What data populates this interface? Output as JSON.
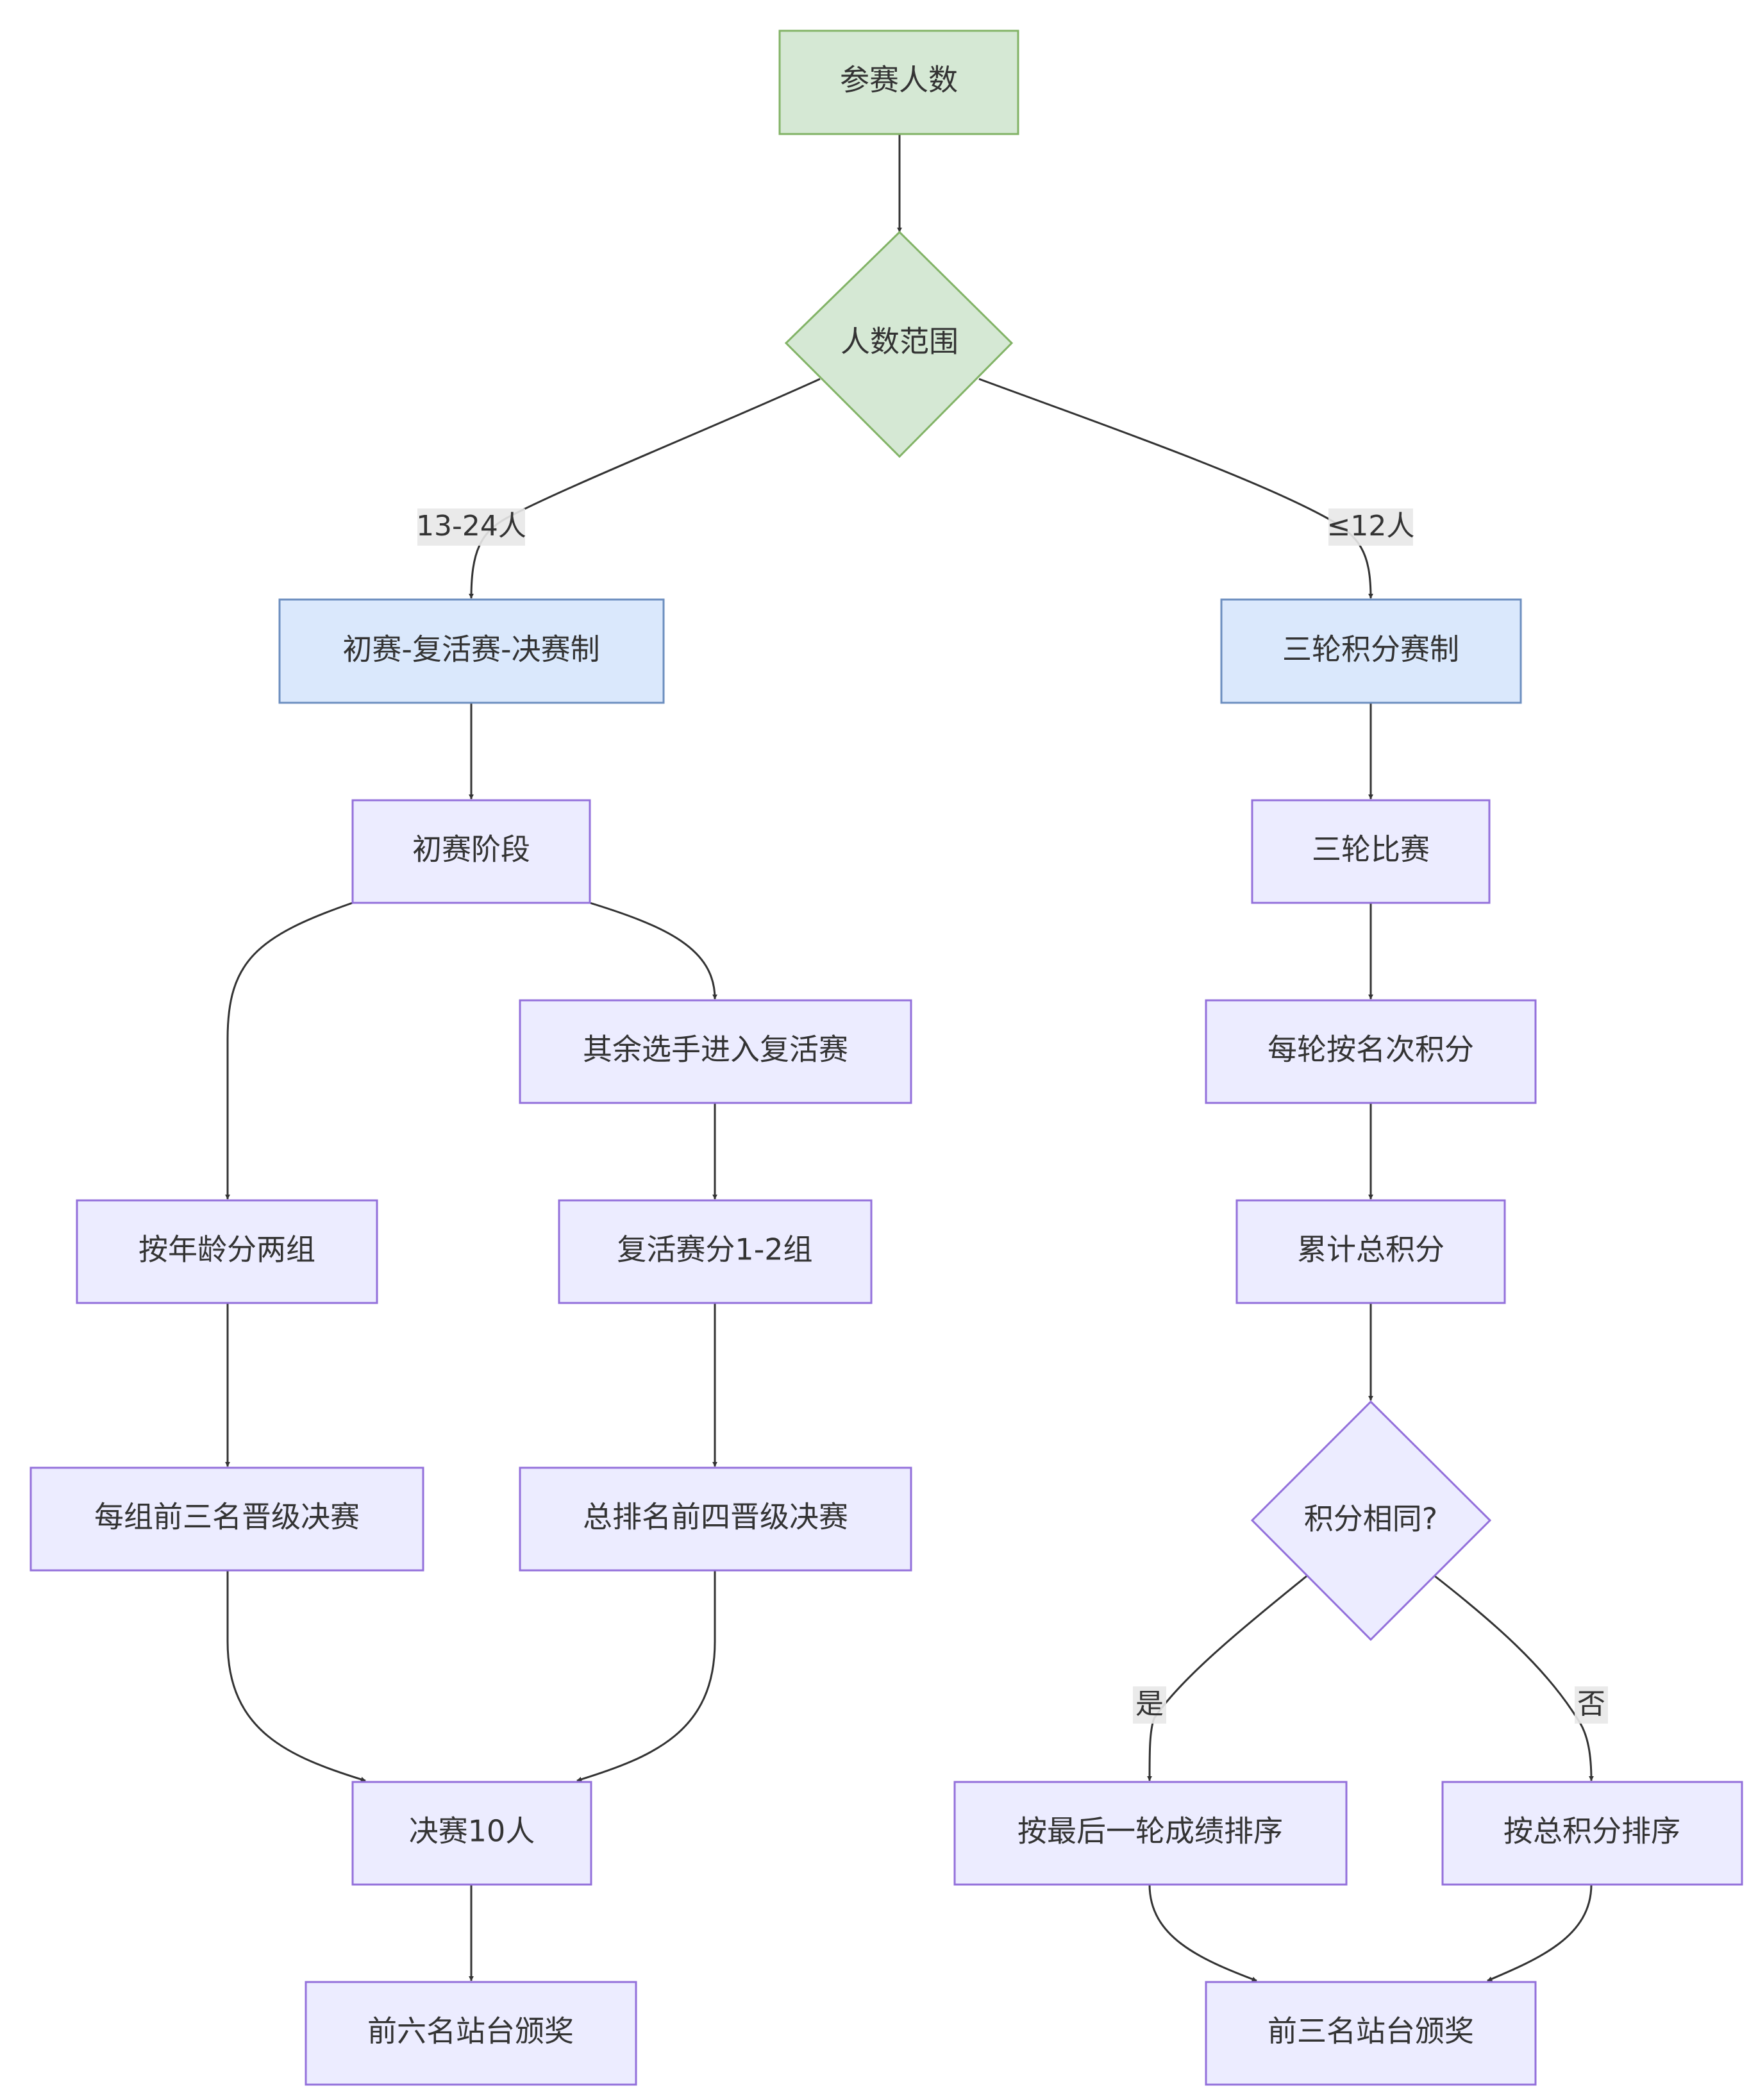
{
  "colors": {
    "default_fill": "#ececff",
    "default_stroke": "#9370db",
    "green_fill": "#d5e8d4",
    "green_stroke": "#82b366",
    "blue_fill": "#dae8fc",
    "blue_stroke": "#6c8ebf",
    "edge": "#333333",
    "label_bg": "#e8e8e8",
    "text": "#333333"
  },
  "nodes": {
    "start": "参赛人数",
    "range": "人数范围",
    "prelim_format": "初赛-复活赛-决赛制",
    "points_format": "三轮积分赛制",
    "prelim_stage": "初赛阶段",
    "three_rounds": "三轮比赛",
    "remaining_to_repechage": "其余选手进入复活赛",
    "points_per_round": "每轮按名次积分",
    "age_groups": "按年龄分两组",
    "repechage_groups": "复活赛分1-2组",
    "total_points": "累计总积分",
    "top3_per_group": "每组前三名晋级决赛",
    "top4_overall": "总排名前四晋级决赛",
    "tie_check": "积分相同?",
    "final_10": "决赛10人",
    "sort_last_round": "按最后一轮成绩排序",
    "sort_total": "按总积分排序",
    "top6_award": "前六名站台颁奖",
    "top3_award": "前三名站台颁奖"
  },
  "edge_labels": {
    "range_13_24": "13-24人",
    "range_le_12": "≤12人",
    "yes": "是",
    "no": "否"
  }
}
